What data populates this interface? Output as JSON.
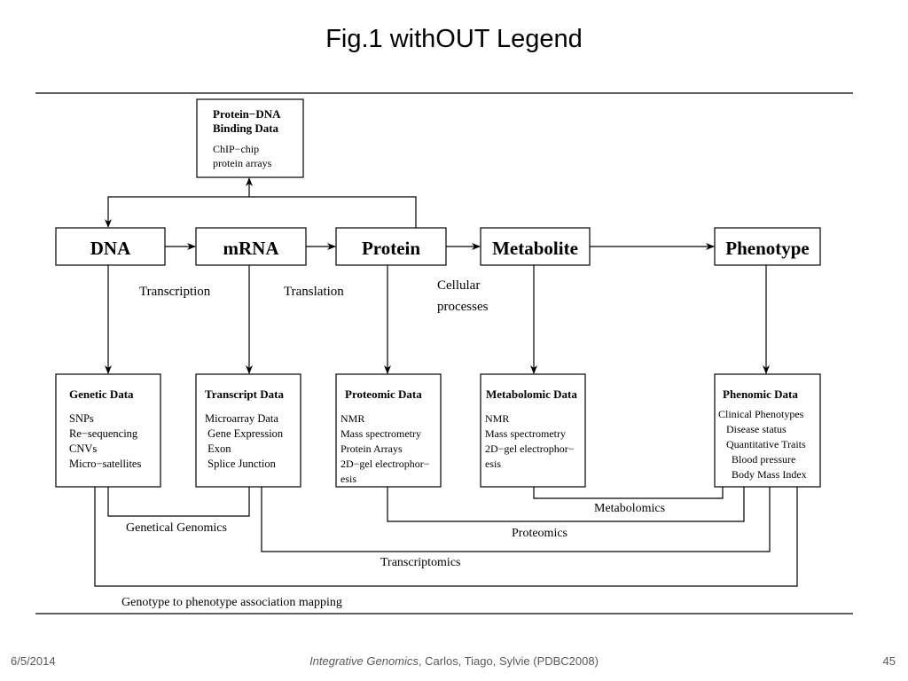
{
  "title": "Fig.1 withOUT Legend",
  "top_box": {
    "heading": [
      "Protein−DNA",
      "Binding Data"
    ],
    "items": [
      "ChIP−chip",
      "protein arrays"
    ]
  },
  "main_nodes": [
    "DNA",
    "mRNA",
    "Protein",
    "Metabolite",
    "Phenotype"
  ],
  "process_labels": {
    "transcription": "Transcription",
    "translation": "Translation",
    "cellular": [
      "Cellular",
      "processes"
    ]
  },
  "data_boxes": [
    {
      "heading": "Genetic Data",
      "items": [
        "SNPs",
        "Re−sequencing",
        "CNVs",
        "Micro−satellites"
      ]
    },
    {
      "heading": "Transcript Data",
      "items": [
        "Microarray Data",
        " Gene Expression",
        " Exon",
        " Splice Junction"
      ]
    },
    {
      "heading": "Proteomic Data",
      "items": [
        "NMR",
        "Mass spectrometry",
        "Protein Arrays",
        "2D−gel electrophor−",
        "esis"
      ]
    },
    {
      "heading": "Metabolomic Data",
      "items": [
        "NMR",
        "Mass spectrometry",
        "2D−gel electrophor−",
        "esis"
      ]
    },
    {
      "heading": "Phenomic Data",
      "items": [
        "Clinical Phenotypes",
        "   Disease status",
        "   Quantitative Traits",
        "     Blood pressure",
        "     Body Mass Index"
      ]
    }
  ],
  "connection_labels": {
    "metabolomics": "Metabolomics",
    "proteomics": "Proteomics",
    "transcriptomics": "Transcriptomics",
    "genetical_genomics": "Genetical Genomics",
    "gwas": "Genotype to phenotype association mapping"
  },
  "footer": {
    "date": "6/5/2014",
    "citation_italic": "Integrative Genomics",
    "citation_rest": ", Carlos, Tiago, Sylvie (PDBC2008)",
    "page": "45"
  }
}
